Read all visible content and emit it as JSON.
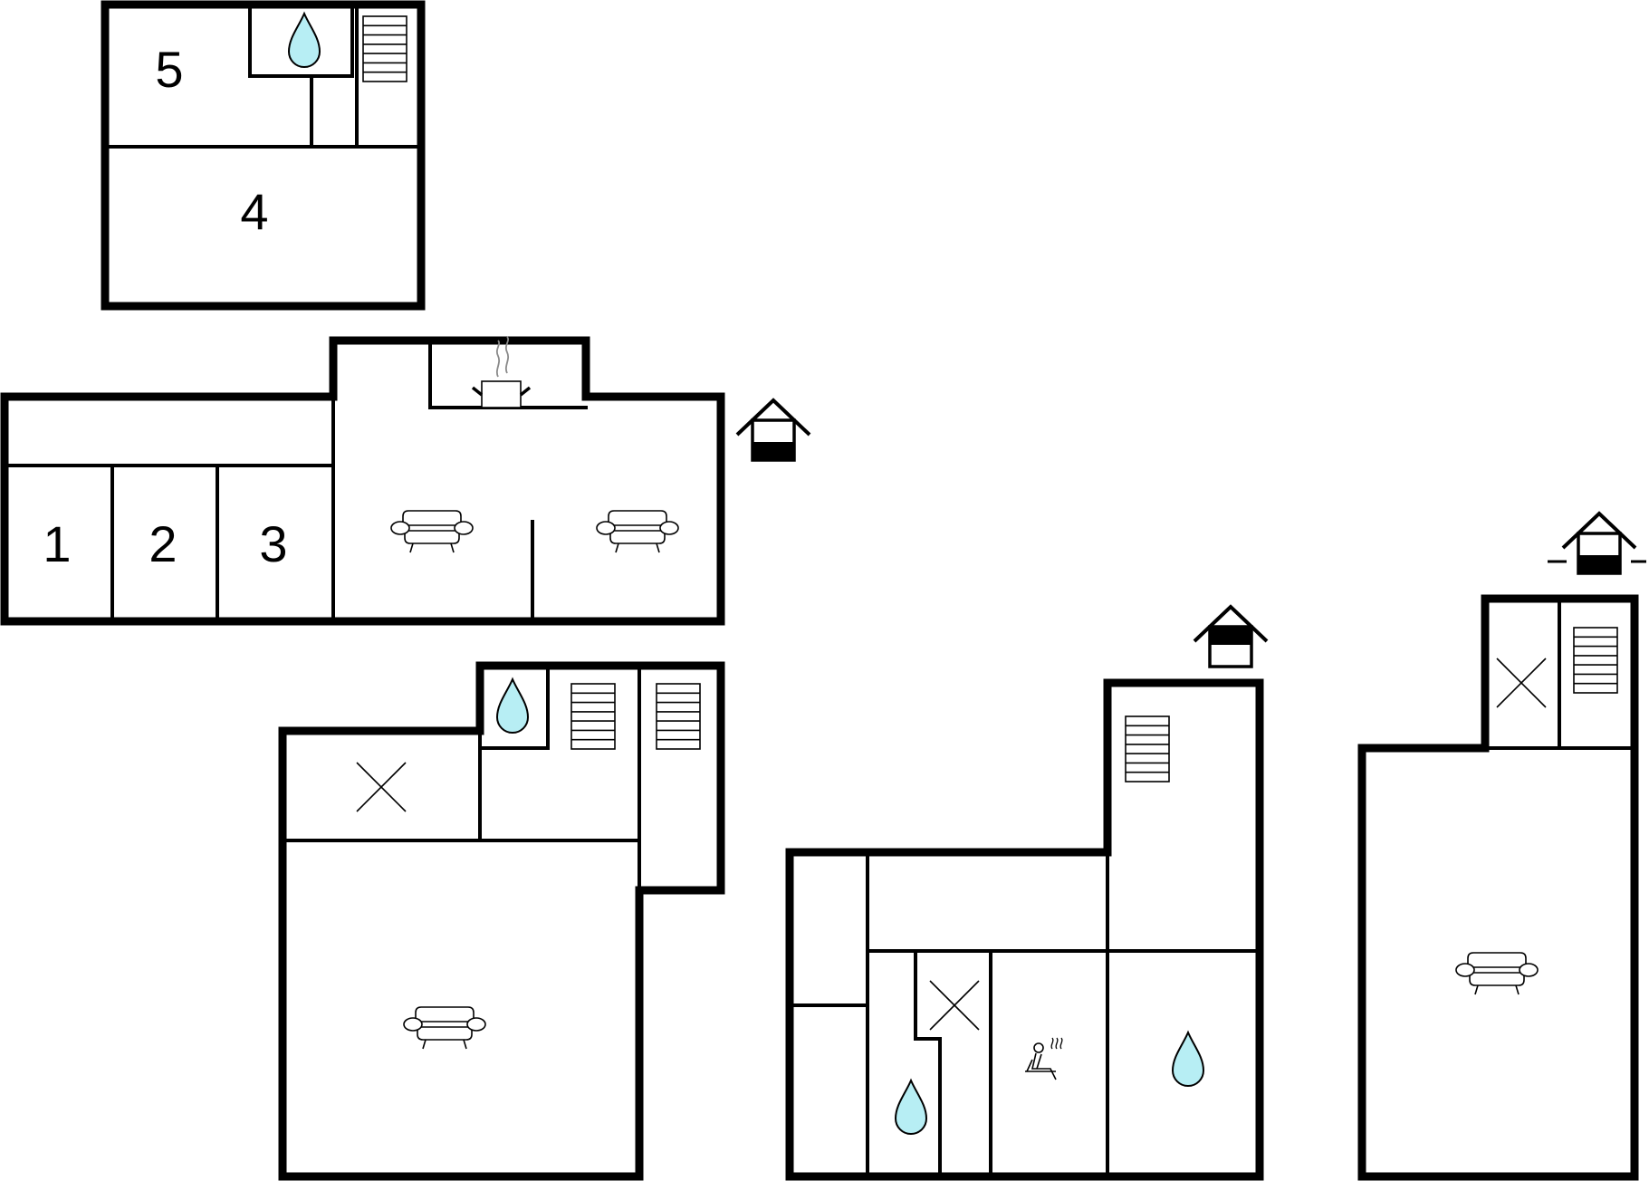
{
  "floorplan": {
    "room_numbers": [
      "5",
      "4",
      "1",
      "2",
      "3"
    ],
    "colors": {
      "wall": "#000000",
      "water_fill": "#b7eef4",
      "steam": "#8a8a8a",
      "background": "#ffffff"
    },
    "icons": [
      "bathroom-water-drop-icon",
      "staircase-icon",
      "cross-icon",
      "sofa-icon",
      "stove-icon",
      "sauna-icon",
      "house-entrance-icon"
    ]
  }
}
